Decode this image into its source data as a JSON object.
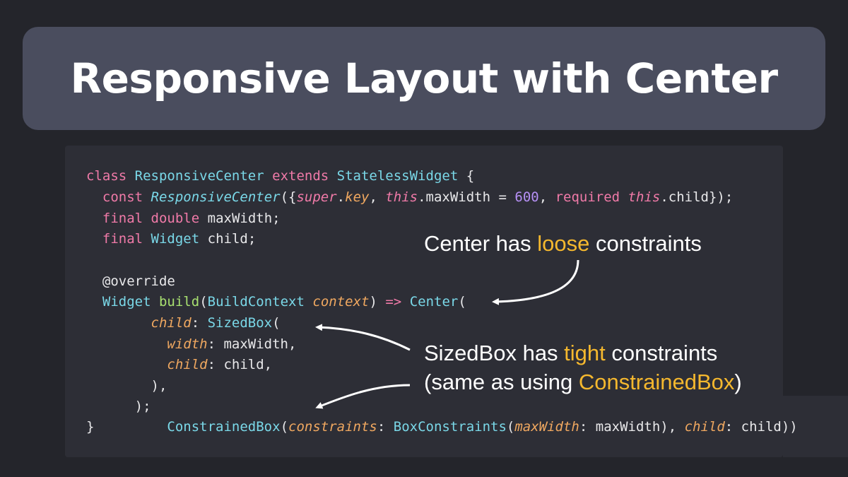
{
  "title": "Responsive Layout with Center",
  "code": {
    "l1": {
      "kw1": "class",
      "name": "ResponsiveCenter",
      "kw2": "extends",
      "base": "StatelessWidget",
      "brace": " {"
    },
    "l2": {
      "kw": "const",
      "ctor": "ResponsiveCenter",
      "p1": "({",
      "sup": "super",
      "dot1": ".",
      "key": "key",
      "c1": ", ",
      "this1": "this",
      "mw": ".maxWidth = ",
      "num": "600",
      "c2": ", ",
      "req": "required",
      "sp": " ",
      "this2": "this",
      "ch": ".child});"
    },
    "l3": {
      "kw": "final",
      "ty": "double",
      "rest": " maxWidth;"
    },
    "l4": {
      "kw": "final",
      "ty": "Widget",
      "rest": " child;"
    },
    "l5": {
      "ann": "@override"
    },
    "l6": {
      "ty": "Widget",
      "fn": "build",
      "p1": "(",
      "ty2": "BuildContext",
      "arg": "context",
      "p2": ") ",
      "arrow": "=>",
      "center": "Center",
      "p3": "("
    },
    "l7": {
      "arg": "child",
      "colon": ": ",
      "ty": "SizedBox",
      "p": "("
    },
    "l8": {
      "arg": "width",
      "rest": ": maxWidth,"
    },
    "l9": {
      "arg": "child",
      "rest": ": child,"
    },
    "l10": {
      "text": "),"
    },
    "l11": {
      "text": ");"
    },
    "l12": {
      "brace": "}",
      "cb": "ConstrainedBox",
      "p1": "(",
      "arg1": "constraints",
      "c1": ": ",
      "bc": "BoxConstraints",
      "p2": "(",
      "arg2": "maxWidth",
      "r1": ": maxWidth), ",
      "arg3": "child",
      "r2": ": child))"
    }
  },
  "annotations": {
    "center": {
      "a": "Center has ",
      "hl": "loose",
      "b": " constraints"
    },
    "sized1": {
      "a": "SizedBox has ",
      "hl": "tight",
      "b": " constraints"
    },
    "sized2": {
      "a": "(same as using ",
      "hl": "ConstrainedBox",
      "b": ")"
    }
  },
  "colors": {
    "background": "#24252b",
    "banner": "#4a4d5e",
    "code_panel": "#2d2e36",
    "highlight": "#f5b82e"
  }
}
